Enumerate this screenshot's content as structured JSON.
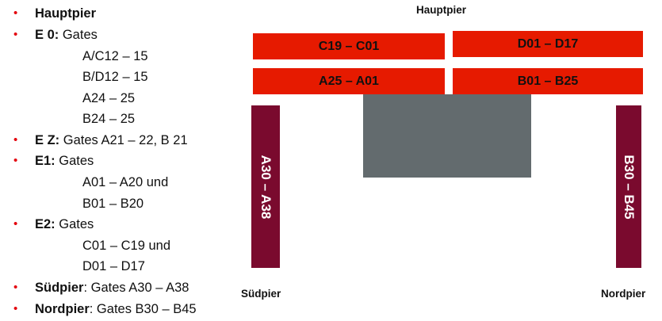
{
  "colors": {
    "bullet": "#e3000b",
    "pier_red": "#e61a00",
    "pier_dark": "#7a0a2e",
    "terminal": "#636b6e"
  },
  "bullets": [
    {
      "bold": "Hauptpier",
      "rest": ""
    },
    {
      "bold": "E 0:",
      "rest": " Gates"
    },
    {
      "sub": "A/C12 – 15"
    },
    {
      "sub": "B/D12 – 15"
    },
    {
      "sub": "A24 – 25"
    },
    {
      "sub": "B24 – 25"
    },
    {
      "bold": "E Z:",
      "rest": " Gates A21 – 22, B 21"
    },
    {
      "bold": "E1:",
      "rest": " Gates"
    },
    {
      "sub": "A01 – A20 und"
    },
    {
      "sub": "B01 – B20"
    },
    {
      "bold": "E2:",
      "rest": " Gates"
    },
    {
      "sub": "C01 – C19 und"
    },
    {
      "sub": "D01 – D17"
    },
    {
      "bold": "Südpier",
      "rest": ": Gates A30 – A38"
    },
    {
      "bold": "Nordpier",
      "rest": ": Gates B30 – B45"
    }
  ],
  "diagram": {
    "hauptpier_label": "Hauptpier",
    "suedpier_label": "Südpier",
    "nordpier_label": "Nordpier",
    "gates": {
      "c19_c01": "C19 – C01",
      "d01_d17": "D01 – D17",
      "a25_a01": "A25 – A01",
      "b01_b25": "B01 – B25",
      "a30_a38": "A30 – A38",
      "b30_b45": "B30 – B45"
    }
  }
}
